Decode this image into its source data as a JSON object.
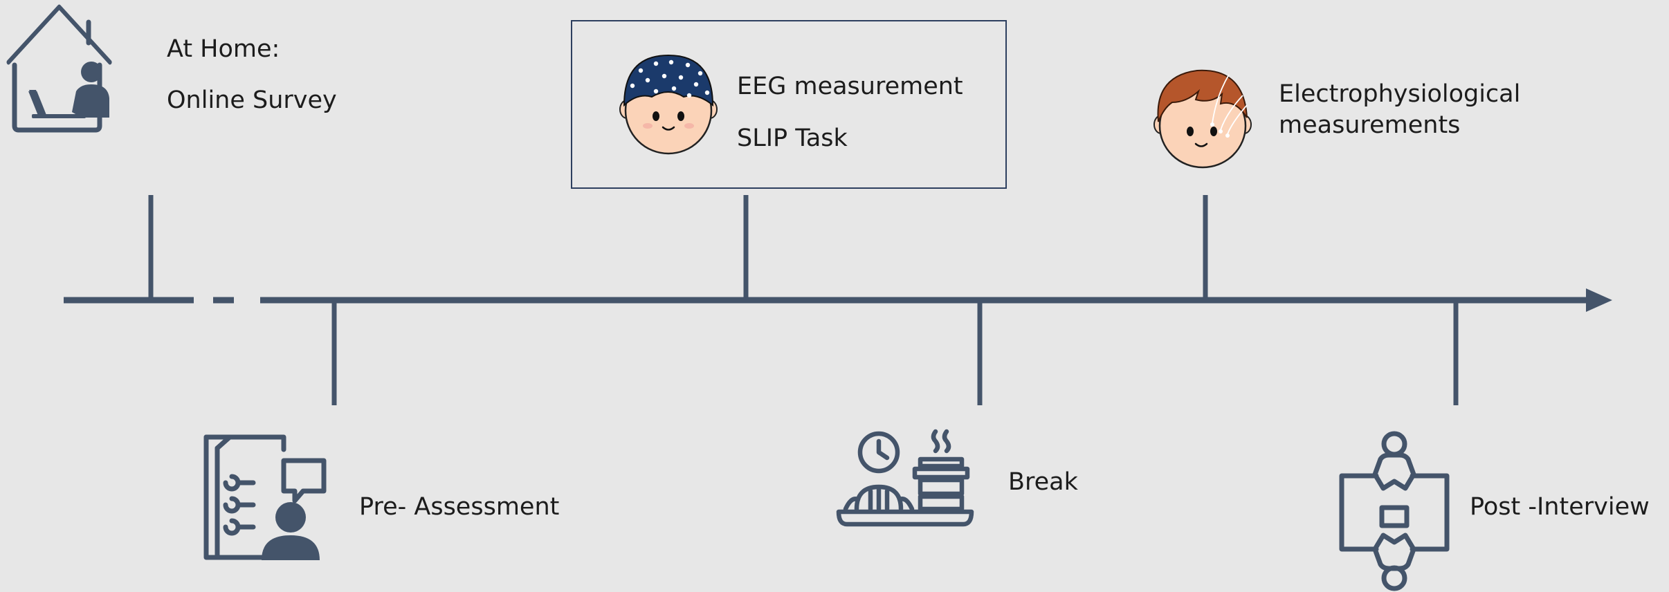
{
  "colors": {
    "background": "#e7e7e7",
    "timeline": "#44546a",
    "box_border": "#2d3f5f",
    "cap_dark": "#1b3a6b",
    "hair_brown": "#b5562b",
    "skin": "#fbd3b8",
    "text": "#1c1c1c"
  },
  "steps": {
    "home": {
      "line1": "At Home:",
      "line2": "Online Survey",
      "icon": "home-laptop-icon"
    },
    "pre_assessment": {
      "label": "Pre- Assessment",
      "icon": "checklist-person-icon"
    },
    "eeg": {
      "line1": "EEG measurement",
      "line2": "SLIP Task",
      "icon": "eeg-cap-head-icon"
    },
    "break": {
      "label": "Break",
      "icon": "coffee-break-icon"
    },
    "electro": {
      "label": "Electrophysiological measurements",
      "icon": "electrode-head-icon"
    },
    "post_interview": {
      "label": "Post -Interview",
      "icon": "interview-people-icon"
    }
  }
}
